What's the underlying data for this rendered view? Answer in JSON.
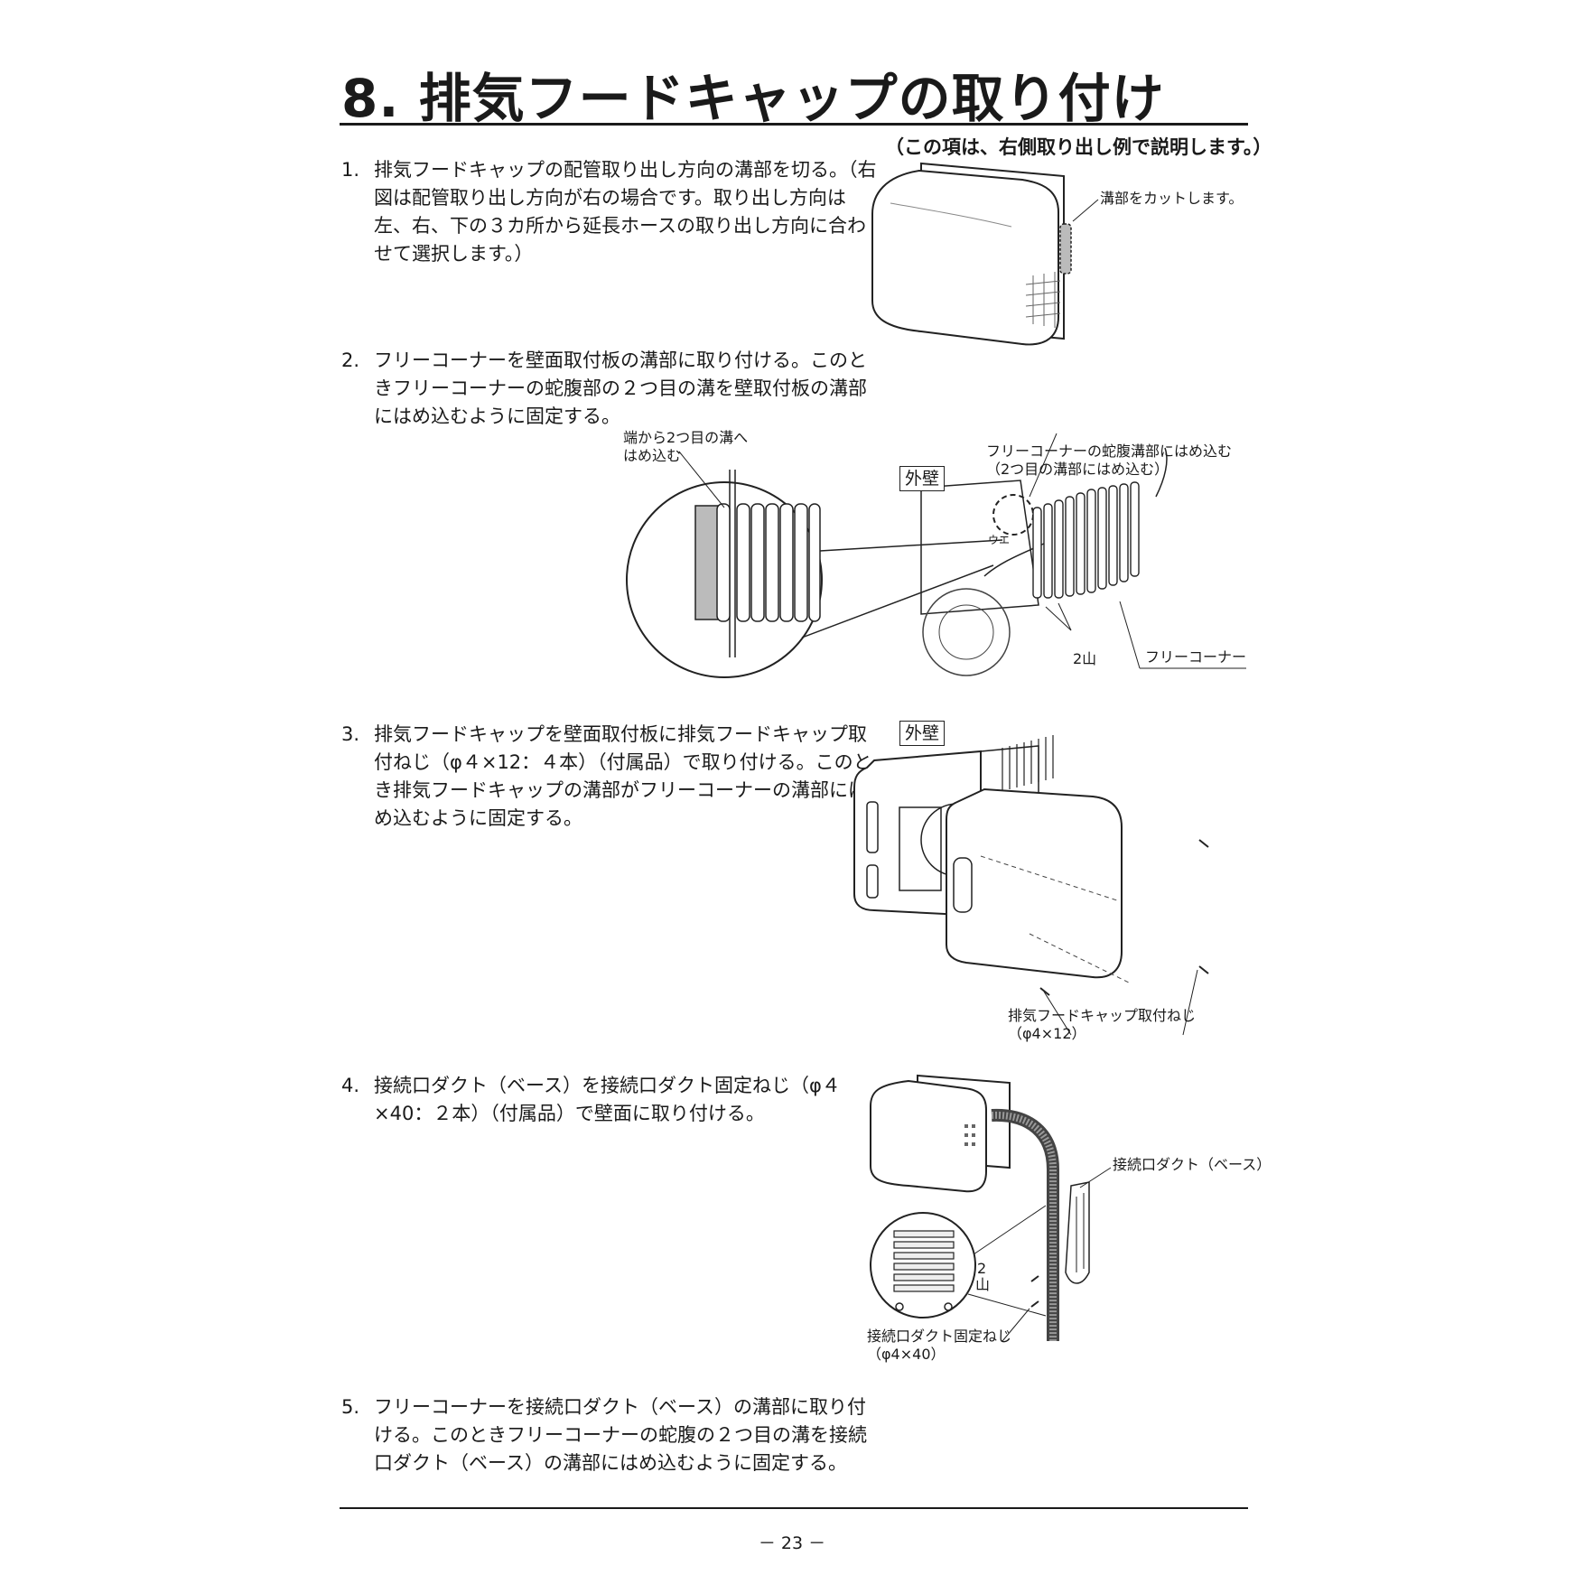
{
  "header": {
    "title": "8. 排気フードキャップの取り付け",
    "note": "（この項は、右側取り出し例で説明します。）"
  },
  "steps": [
    {
      "num": "1.",
      "text": "排気フードキャップの配管取り出し方向の溝部を切る。（右図は配管取り出し方向が右の場合です。取り出し方向は左、右、下の３カ所から延長ホースの取り出し方向に合わせて選択します。）"
    },
    {
      "num": "2.",
      "text": "フリーコーナーを壁面取付板の溝部に取り付ける。このときフリーコーナーの蛇腹部の２つ目の溝を壁取付板の溝部にはめ込むように固定する。"
    },
    {
      "num": "3.",
      "text": "排気フードキャップを壁面取付板に排気フードキャップ取付ねじ（φ４×12：４本）（付属品）で取り付ける。このとき排気フードキャップの溝部がフリーコーナーの溝部にはめ込むように固定する。"
    },
    {
      "num": "4.",
      "text": "接続口ダクト（ベース）を接続口ダクト固定ねじ（φ４×40：２本）（付属品）で壁面に取り付ける。"
    },
    {
      "num": "5.",
      "text": "フリーコーナーを接続口ダクト（ベース）の溝部に取り付ける。このときフリーコーナーの蛇腹の２つ目の溝を接続口ダクト（ベース）の溝部にはめ込むように固定する。"
    }
  ],
  "figures": {
    "fig1": {
      "cut_label": "溝部をカットします。"
    },
    "fig2": {
      "detail_label_1": "端から2つ目の溝へ",
      "detail_label_2": "はめ込む",
      "outer_wall": "外壁",
      "bellows_label_1": "フリーコーナーの蛇腹溝部にはめ込む",
      "bellows_label_2": "（2つ目の溝部にはめ込む）",
      "up_mark": "ウエ",
      "two_ridges": "2山",
      "free_corner": "フリーコーナー"
    },
    "fig3": {
      "outer_wall": "外壁",
      "screw_label_1": "排気フードキャップ取付ねじ",
      "screw_label_2": "（φ4×12）"
    },
    "fig4": {
      "duct_base": "接続口ダクト（ベース）",
      "two_ridges_a": "2",
      "two_ridges_b": "山",
      "screw_label_1": "接続口ダクト固定ねじ",
      "screw_label_2": "（φ4×40）"
    }
  },
  "footer": {
    "page_number": "－ 23 －"
  }
}
